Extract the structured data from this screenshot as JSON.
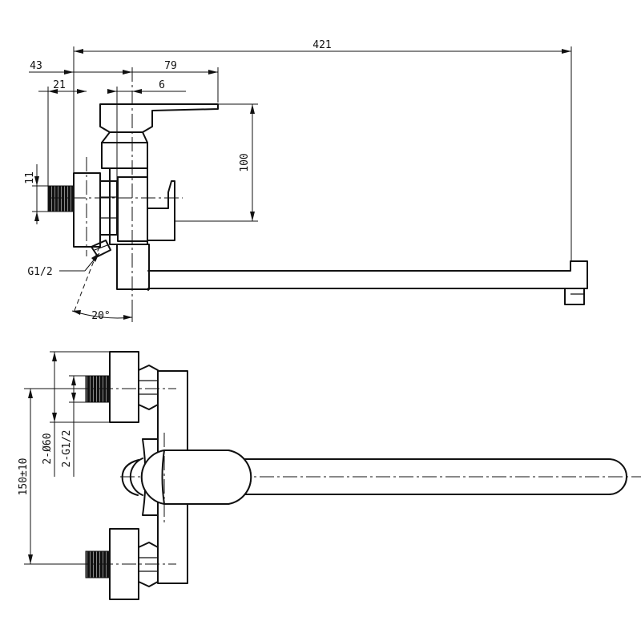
{
  "dimensions": {
    "overall_length": "421",
    "offset_left": "43",
    "offset_pipe": "21",
    "body_to_lever": "79",
    "small_offset": "6",
    "height": "100",
    "thread_gap": "11",
    "inlet_thread": "G1/2",
    "swivel_angle": "20°",
    "flange_diameter": "2-Ø60",
    "inlet_threads": "2-G1/2",
    "center_distance": "150±10"
  }
}
